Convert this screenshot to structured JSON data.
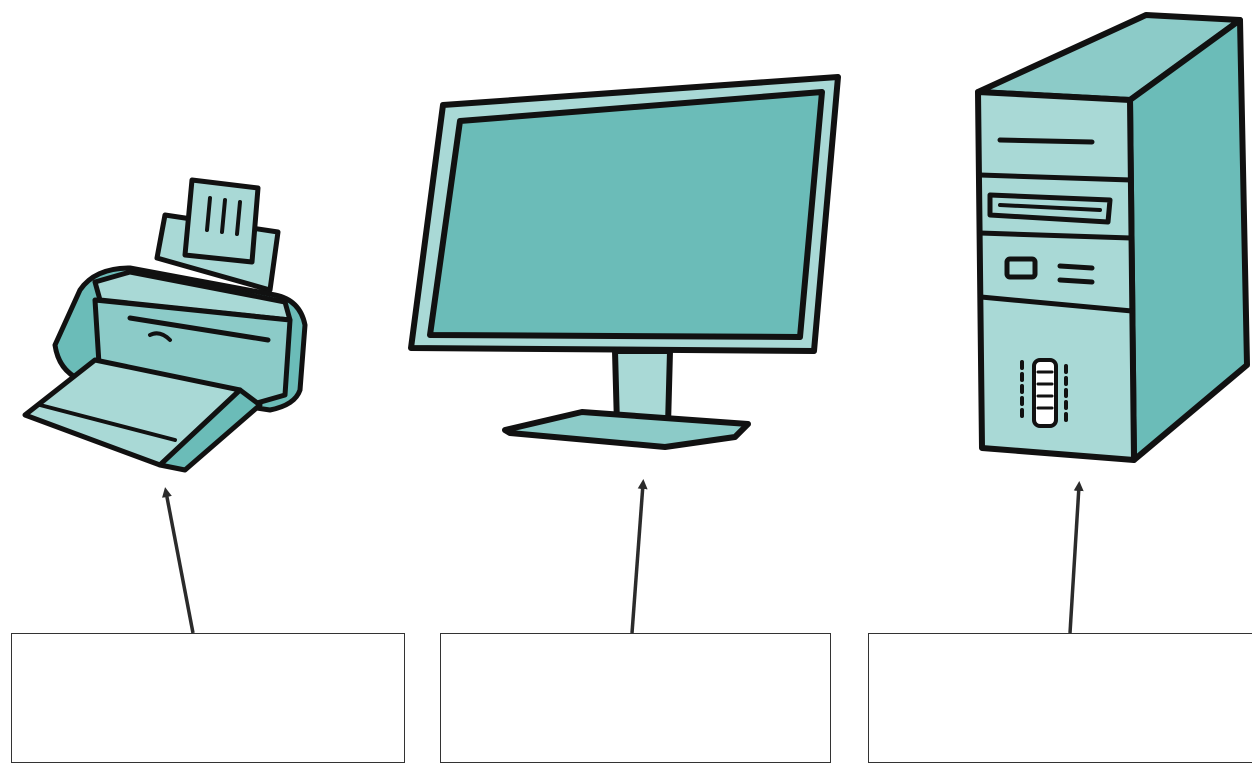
{
  "colors": {
    "outline": "#111111",
    "teal_dark": "#6bbcb8",
    "teal_mid": "#8ccbc8",
    "teal_light": "#a9d9d6",
    "arrow": "#2b2b2b",
    "box_border": "#333333"
  },
  "devices": [
    {
      "id": "printer",
      "icon": "printer-icon"
    },
    {
      "id": "monitor",
      "icon": "monitor-icon"
    },
    {
      "id": "tower",
      "icon": "computer-tower-icon"
    }
  ],
  "label_boxes": [
    {
      "target": "printer",
      "text": ""
    },
    {
      "target": "monitor",
      "text": ""
    },
    {
      "target": "tower",
      "text": ""
    }
  ]
}
